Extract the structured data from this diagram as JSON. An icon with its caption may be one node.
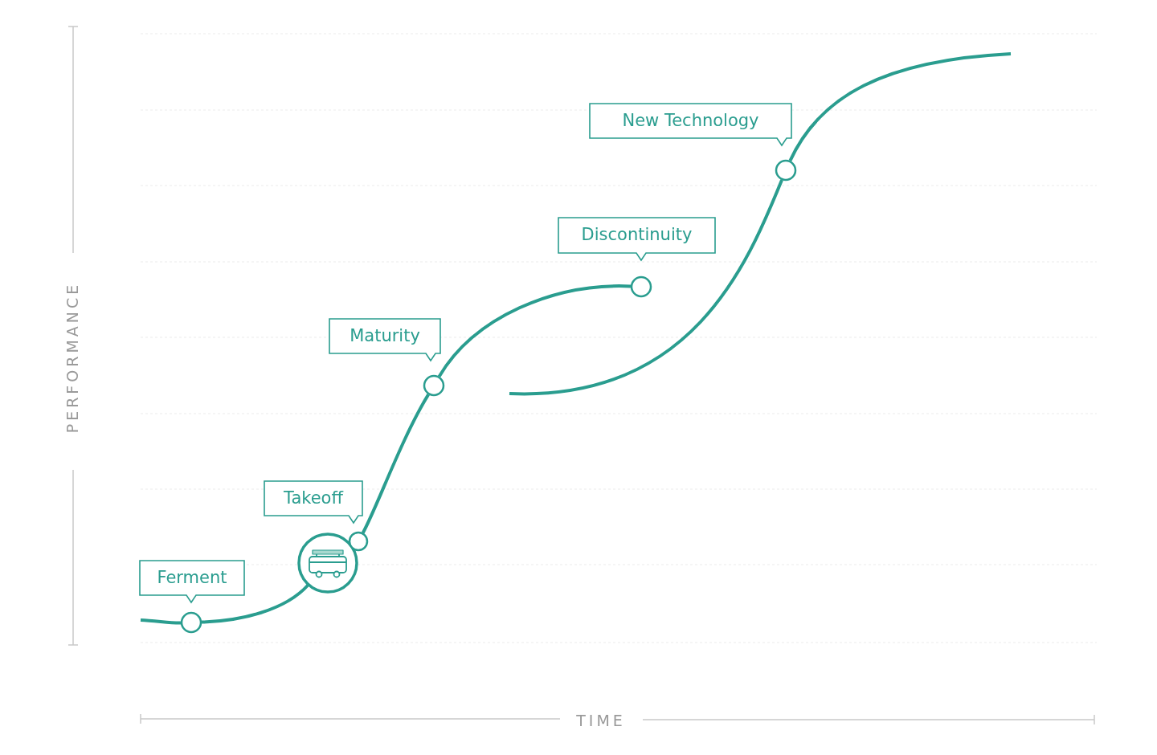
{
  "diagram": {
    "nodes": [
      {
        "text": [
          "Ferment"
        ]
      },
      {
        "text": [
          "Takeoff"
        ]
      },
      {
        "text": [
          "Maturity"
        ]
      },
      {
        "text": [
          "Discontinuity"
        ]
      },
      {
        "text": [
          "New Technology"
        ]
      },
      {
        "text": [],
        "shape": "circle"
      },
      {
        "text": [],
        "shape": "picture"
      },
      {
        "text": [],
        "shape": "circle"
      },
      {
        "text": [],
        "shape": "circle"
      },
      {
        "text": [],
        "shape": "circle"
      },
      {
        "text": [],
        "shape": "circle"
      }
    ],
    "edges": [
      {
        "from": null,
        "to": 5,
        "arrow": "none"
      },
      {
        "from": 5,
        "to": 6,
        "arrow": "none"
      },
      {
        "from": 7,
        "to": 8,
        "arrow": "none"
      },
      {
        "from": 8,
        "to": 9,
        "arrow": "none"
      },
      {
        "from": null,
        "to": 10,
        "arrow": "none"
      },
      {
        "from": 10,
        "to": null,
        "arrow": "none"
      }
    ],
    "labels": [
      "PERFORMANCE",
      "TIME"
    ]
  }
}
